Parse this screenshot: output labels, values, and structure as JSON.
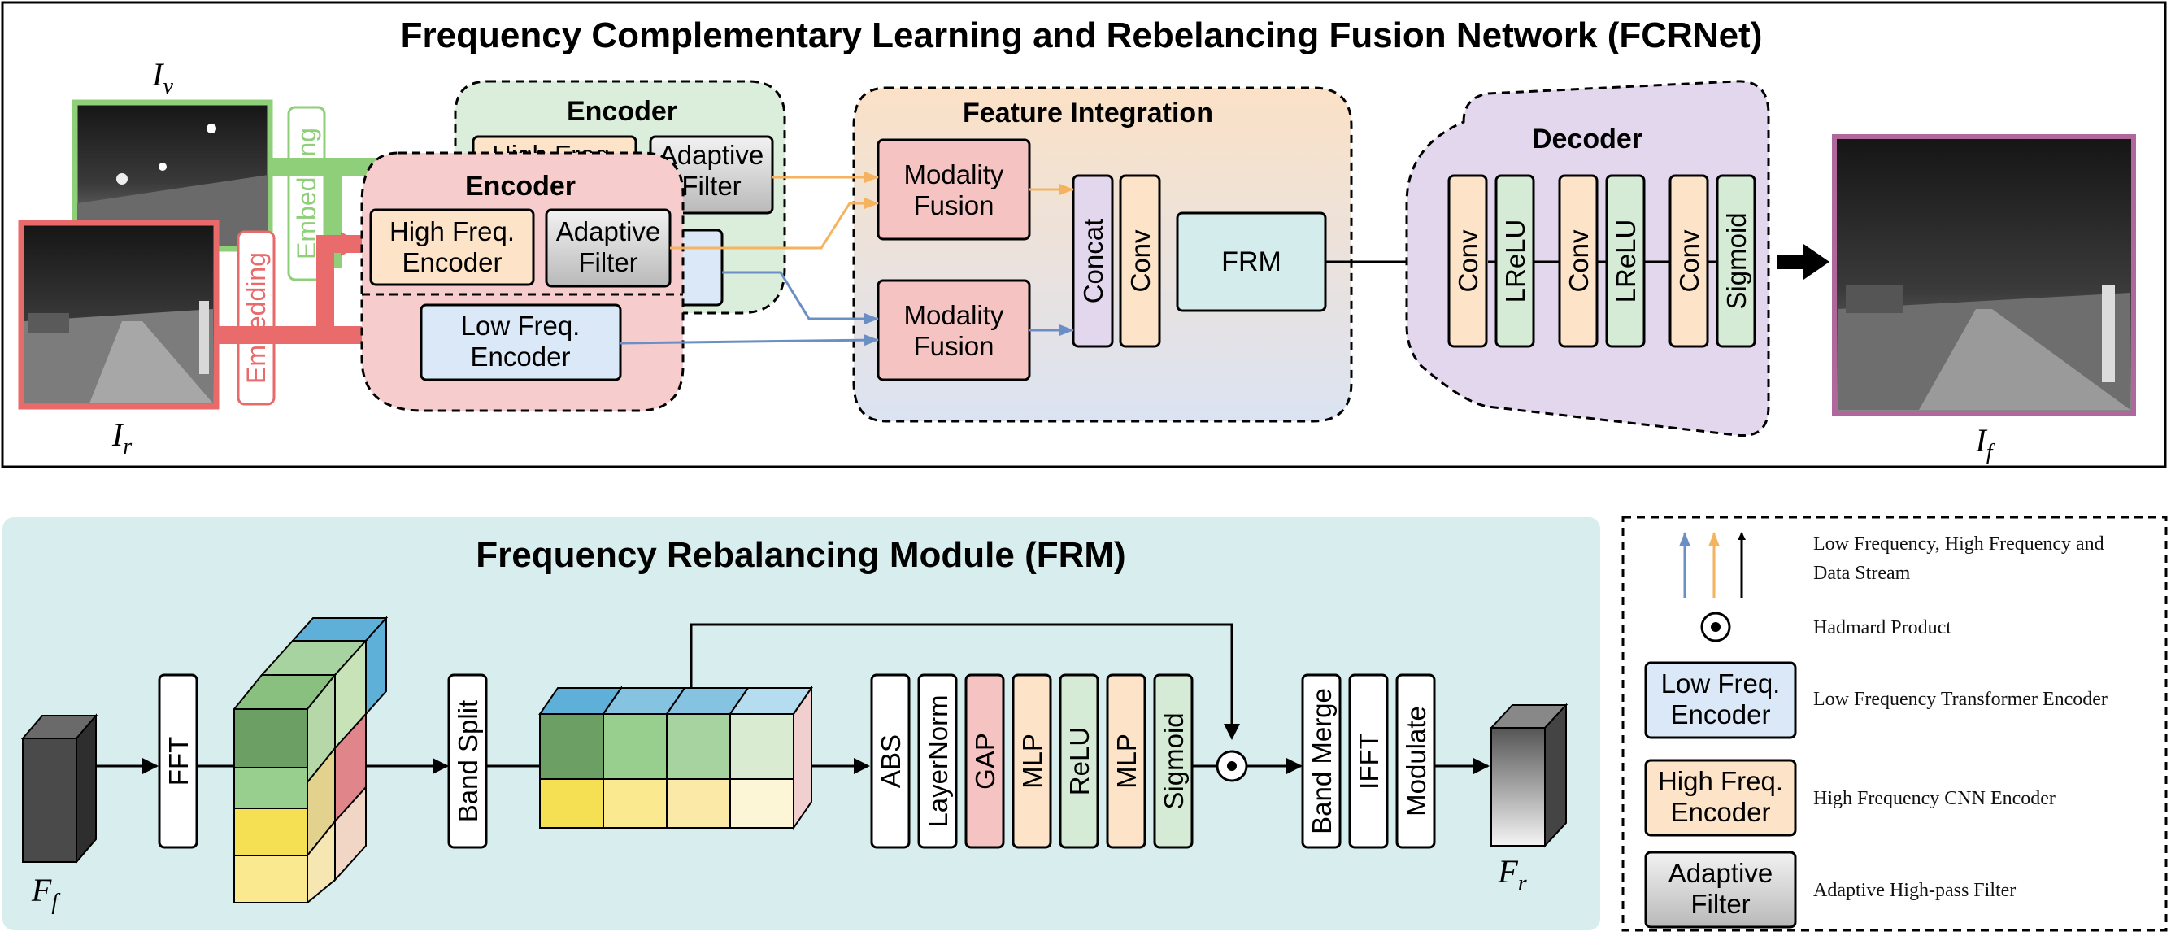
{
  "fcr": {
    "title": "Frequency Complementary Learning and Rebelancing Fusion Network (FCRNet)",
    "input_visible_label": "I",
    "input_visible_sub": "v",
    "input_infrared_label": "I",
    "input_infrared_sub": "r",
    "output_label": "I",
    "output_sub": "f",
    "embedding_label": "Embedding",
    "encoder_title": "Encoder",
    "high_freq_encoder": "High Freq. Encoder",
    "adaptive_filter": "Adaptive Filter",
    "low_freq_encoder": "Low Freq. Encoder",
    "feature_integration_title": "Feature Integration",
    "modality_fusion": "Modality Fusion",
    "concat": "Concat",
    "conv": "Conv",
    "frm": "FRM",
    "decoder_title": "Decoder",
    "decoder_blocks": [
      "Conv",
      "LReLU",
      "Conv",
      "LReLU",
      "Conv",
      "Sigmoid"
    ]
  },
  "frm": {
    "title": "Frequency Rebalancing Module (FRM)",
    "input_label": "F",
    "input_sub": "f",
    "output_label": "F",
    "output_sub": "r",
    "fft": "FFT",
    "band_split": "Band Split",
    "ops": [
      "ABS",
      "LayerNorm",
      "GAP",
      "MLP",
      "ReLU",
      "MLP",
      "Sigmoid"
    ],
    "band_merge": "Band Merge",
    "ifft": "IFFT",
    "modulate": "Modulate"
  },
  "legend": {
    "streams": "Low Frequency, High Frequency and Data Stream",
    "hadamard": "Hadmard Product",
    "low_box": "Low Freq. Encoder",
    "low_desc": "Low Frequency Transformer Encoder",
    "high_box": "High Freq. Encoder",
    "high_desc": "High Frequency CNN Encoder",
    "filter_box": "Adaptive Filter",
    "filter_desc": "Adaptive High-pass Filter"
  },
  "colors": {
    "low_freq": "#6b8fc4",
    "high_freq": "#f5b25f",
    "data": "#000000",
    "visible": "#8fcf7a",
    "infrared": "#e86a6a",
    "output_frame": "#b0679b",
    "frm_bg": "#d8eeee"
  }
}
